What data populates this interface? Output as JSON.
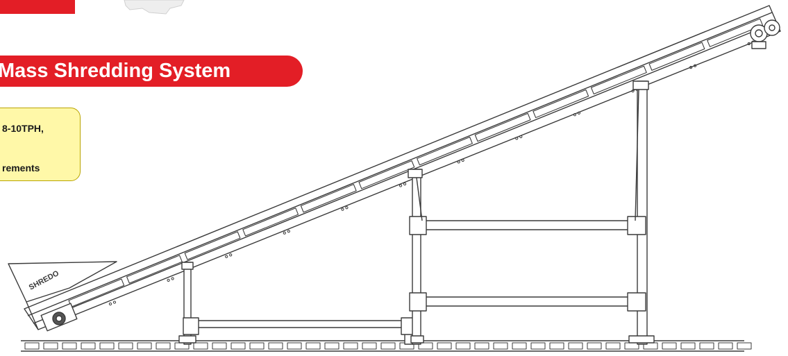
{
  "header": {
    "title": "Mass Shredding System"
  },
  "spec_box": {
    "line1": "8-10TPH,",
    "line2": "rements"
  },
  "drawing": {
    "brand": "SHREDO"
  },
  "colors": {
    "accent_red": "#e31e26",
    "spec_fill": "#fff8a8",
    "spec_border": "#b9a400",
    "line": "#3a3a3a"
  }
}
